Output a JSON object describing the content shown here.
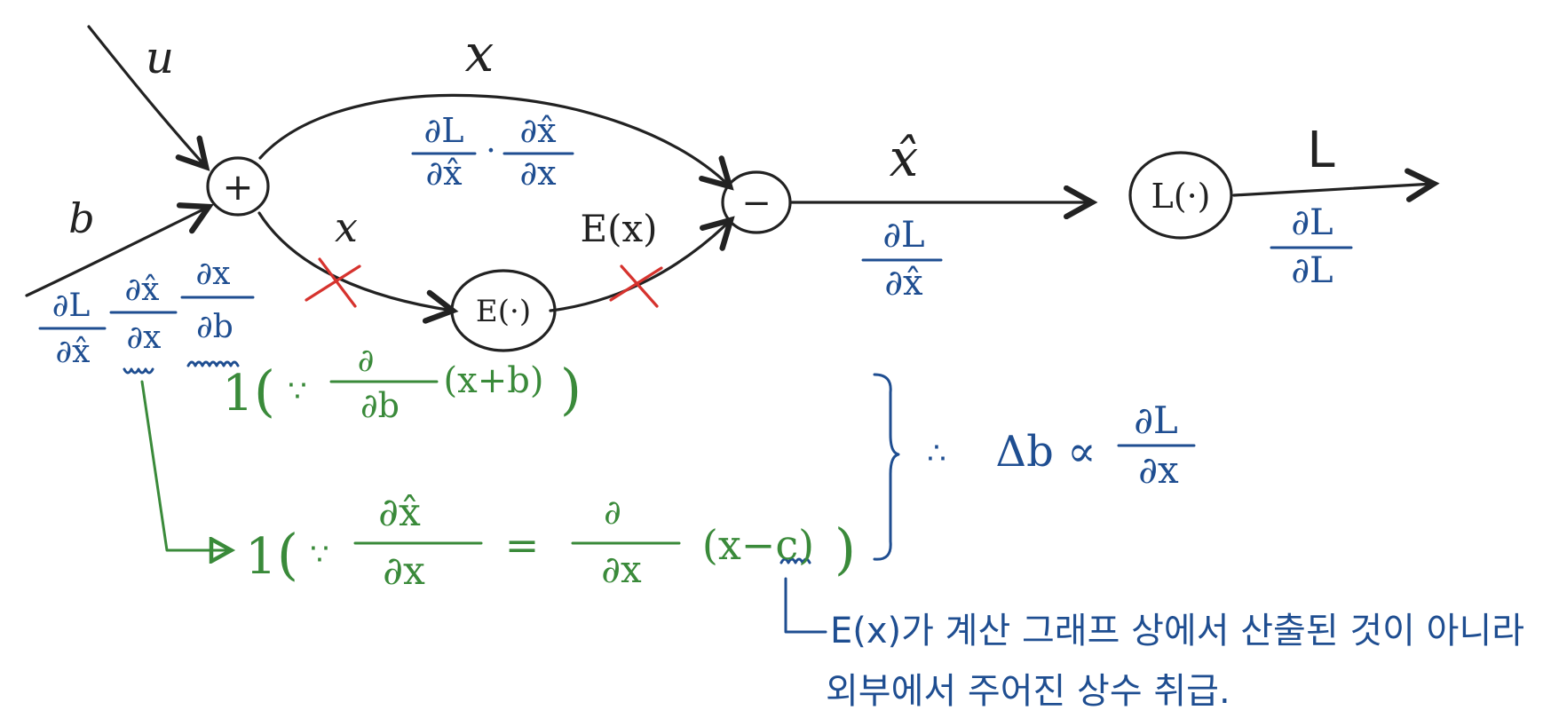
{
  "colors": {
    "ink": "#222222",
    "blue": "#1f4e91",
    "green": "#3a8a3a",
    "red": "#d6332e"
  },
  "nodes": {
    "plus": "+",
    "minus": "−",
    "expectation": "E(·)",
    "loss_fn": "L(·)"
  },
  "edge_labels": {
    "input_u": "u",
    "input_b": "b",
    "top_x": "x",
    "lower_x": "x",
    "expectation_out": "E(x)",
    "x_hat": "x̂",
    "output_L": "L"
  },
  "gradients": {
    "top_edge": {
      "num1": "∂L",
      "den1": "∂x̂",
      "dot": "·",
      "num2": "∂x̂",
      "den2": "∂x"
    },
    "x_hat_edge": {
      "num": "∂L",
      "den": "∂x̂"
    },
    "output_edge": {
      "num": "∂L",
      "den": "∂L"
    },
    "b_edge": {
      "num1": "∂L",
      "den1": "∂x̂",
      "num2": "∂x̂",
      "den2": "∂x",
      "num3": "∂x",
      "den3": "∂b"
    }
  },
  "derivations": {
    "first": {
      "one": "1",
      "open": "(",
      "because": "∵",
      "num": "∂",
      "den": "∂b",
      "expr": "(x+b)",
      "close": ")"
    },
    "second": {
      "one": "1",
      "open": "(",
      "because": "∵",
      "num1": "∂x̂",
      "den1": "∂x",
      "equals": "=",
      "num2": "∂",
      "den2": "∂x",
      "expr": "(x−c)",
      "close": ")"
    },
    "conclusion": {
      "therefore": "∴",
      "lhs": "Δb ∝",
      "num": "∂L",
      "den": "∂x"
    }
  },
  "note": {
    "line1": "E(x)가 계산 그래프 상에서 산출된 것이 아니라",
    "line2": "외부에서 주어진 상수 취급."
  }
}
